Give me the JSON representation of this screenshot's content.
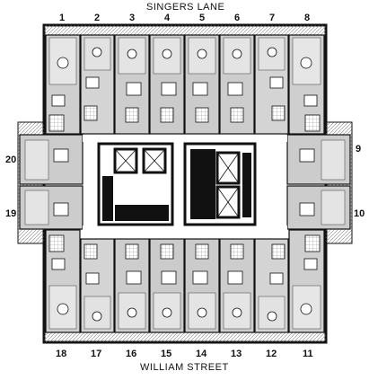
{
  "streets": {
    "north": "SINGERS LANE",
    "south": "WILLIAM STREET"
  },
  "apartments": {
    "top": [
      "1",
      "2",
      "3",
      "4",
      "5",
      "6",
      "7",
      "8"
    ],
    "bottom": [
      "18",
      "17",
      "16",
      "15",
      "14",
      "13",
      "12",
      "11"
    ],
    "left": [
      "20",
      "19"
    ],
    "right": [
      "9",
      "10"
    ]
  },
  "colors": {
    "wall": "#111111",
    "room": "#c9c9c9",
    "balcony": "#ededed",
    "hatch": "#999999"
  }
}
